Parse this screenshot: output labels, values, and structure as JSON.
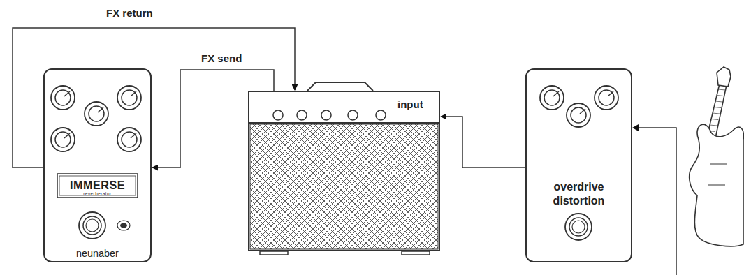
{
  "diagram": {
    "nodes": [
      {
        "text": [
          "IMMERSE",
          "reverberator",
          "neunaber"
        ]
      },
      {
        "text": [
          "input"
        ]
      },
      {
        "text": [
          "overdrive distortion"
        ]
      }
    ],
    "edges": [
      {
        "from": 2,
        "to": 1,
        "arrow": "to"
      },
      {
        "from": 1,
        "to": 0,
        "label": "FX send",
        "arrow": "to"
      },
      {
        "from": 0,
        "to": 1,
        "label": "FX return",
        "arrow": "to"
      }
    ]
  }
}
